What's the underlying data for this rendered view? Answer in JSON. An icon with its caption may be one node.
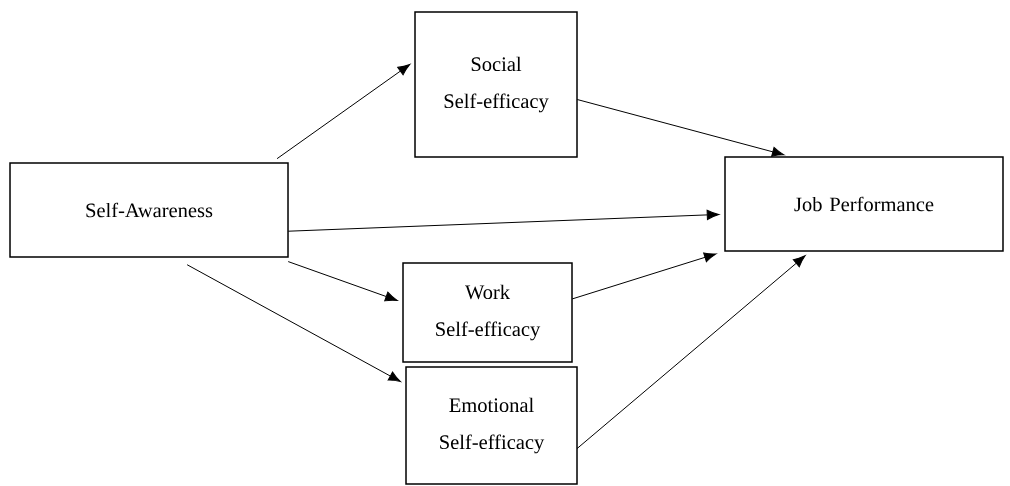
{
  "diagram": {
    "nodes": [
      {
        "text": [
          "Self-Awareness"
        ]
      },
      {
        "text": [
          "Social Self-efficacy"
        ]
      },
      {
        "text": [
          "Job Performance"
        ]
      },
      {
        "text": [
          "Work Self-efficacy"
        ]
      },
      {
        "text": [
          "Emotional Self-efficacy"
        ]
      }
    ],
    "edges": [
      {
        "from": 0,
        "to": 1,
        "arrow": "to"
      },
      {
        "from": 1,
        "to": 2,
        "arrow": "to"
      },
      {
        "from": 0,
        "to": 2,
        "arrow": "to"
      },
      {
        "from": 0,
        "to": 3,
        "arrow": "to"
      },
      {
        "from": 3,
        "to": 2,
        "arrow": "to"
      },
      {
        "from": 0,
        "to": 4,
        "arrow": "to"
      },
      {
        "from": 4,
        "to": 2,
        "arrow": "to"
      }
    ]
  }
}
